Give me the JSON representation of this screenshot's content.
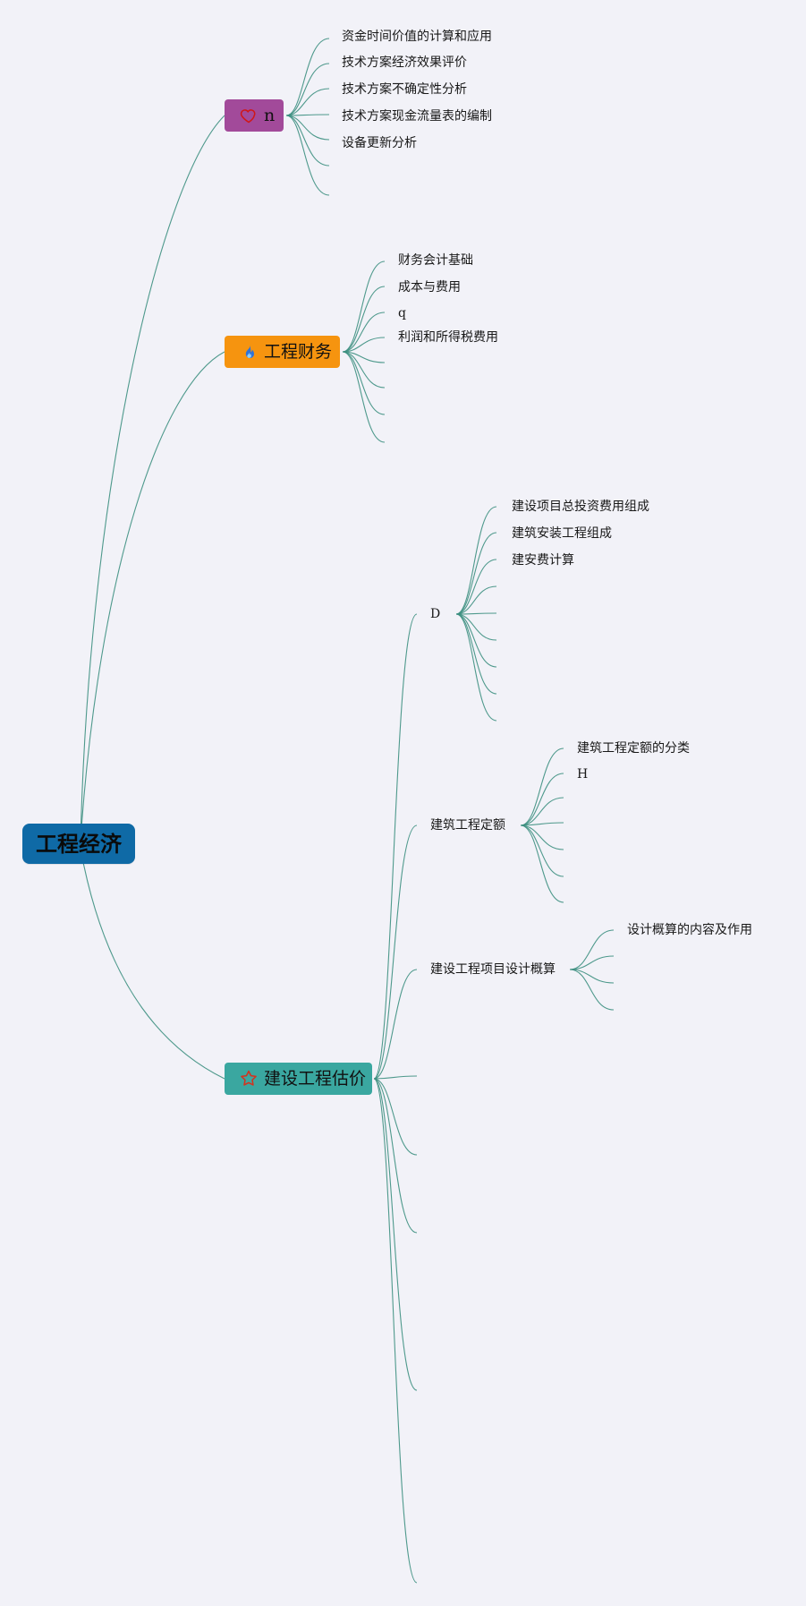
{
  "root": {
    "label": "工程经济"
  },
  "branches": [
    {
      "label": "n",
      "icon": "heart-icon",
      "color": "#a24a9a",
      "children": [
        "资金时间价值的计算和应用",
        "技术方案经济效果评价",
        "技术方案不确定性分析",
        "技术方案现金流量表的编制",
        "设备更新分析",
        "",
        ""
      ]
    },
    {
      "label": "工程财务",
      "icon": "flame-icon",
      "color": "#f6940f",
      "children": [
        "财务会计基础",
        "成本与费用",
        "q",
        "利润和所得税费用",
        "",
        "",
        "",
        ""
      ]
    },
    {
      "label": "建设工程估价",
      "icon": "star-icon",
      "color": "#3aa7a0",
      "children": [
        {
          "label": "D",
          "children": [
            "建设项目总投资费用组成",
            "建筑安装工程组成",
            "建安费计算",
            "",
            "",
            "",
            "",
            "",
            ""
          ]
        },
        {
          "label": "建筑工程定额",
          "children": [
            "建筑工程定额的分类",
            "H",
            "",
            "",
            "",
            "",
            ""
          ]
        },
        {
          "label": "建设工程项目设计概算",
          "children": [
            "设计概算的内容及作用",
            "",
            "",
            ""
          ]
        },
        {
          "label": "",
          "children": []
        },
        {
          "label": "",
          "children": []
        },
        {
          "label": "",
          "children": []
        },
        {
          "label": "",
          "children": []
        },
        {
          "label": "",
          "children": []
        }
      ]
    }
  ],
  "colors": {
    "background": "#f2f2f8",
    "connector": "#3c8f80",
    "root": "#0f6aa6"
  }
}
